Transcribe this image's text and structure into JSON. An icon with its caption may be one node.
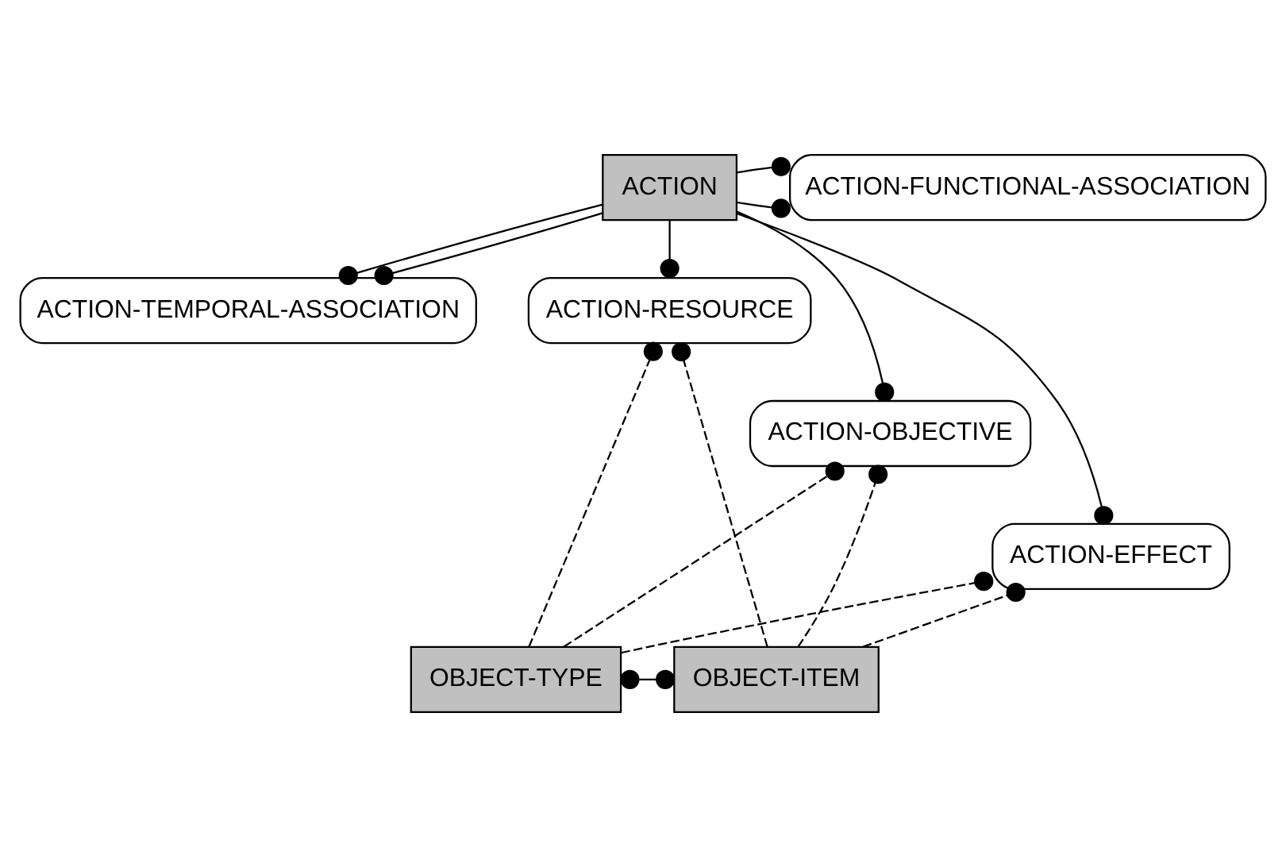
{
  "diagram": {
    "nodes": [
      {
        "text": [
          "ACTION"
        ]
      },
      {
        "text": [
          "ACTION-FUNCTIONAL-ASSOCIATION"
        ]
      },
      {
        "text": [
          "ACTION-TEMPORAL-ASSOCIATION"
        ]
      },
      {
        "text": [
          "ACTION-RESOURCE"
        ]
      },
      {
        "text": [
          "ACTION-OBJECTIVE"
        ]
      },
      {
        "text": [
          "ACTION-EFFECT"
        ]
      },
      {
        "text": [
          "OBJECT-TYPE"
        ]
      },
      {
        "text": [
          "OBJECT-ITEM"
        ]
      }
    ],
    "edges": [
      {
        "from": 0,
        "to": 1,
        "arrow": "other"
      },
      {
        "from": 0,
        "to": 1,
        "arrow": "other"
      },
      {
        "from": 0,
        "to": 2,
        "arrow": "other"
      },
      {
        "from": 0,
        "to": 2,
        "arrow": "other"
      },
      {
        "from": 0,
        "to": 3,
        "arrow": "other"
      },
      {
        "from": 0,
        "to": 4,
        "arrow": "other"
      },
      {
        "from": 0,
        "to": 5,
        "arrow": "other"
      },
      {
        "from": 6,
        "to": 3,
        "arrow": "other",
        "style": "dashed"
      },
      {
        "from": 7,
        "to": 3,
        "arrow": "other",
        "style": "dashed"
      },
      {
        "from": 6,
        "to": 4,
        "arrow": "other",
        "style": "dashed"
      },
      {
        "from": 7,
        "to": 4,
        "arrow": "other",
        "style": "dashed"
      },
      {
        "from": 6,
        "to": 5,
        "arrow": "other",
        "style": "dashed"
      },
      {
        "from": 7,
        "to": 5,
        "arrow": "other",
        "style": "dashed"
      },
      {
        "from": 6,
        "to": 7,
        "arrow": "other"
      }
    ]
  }
}
